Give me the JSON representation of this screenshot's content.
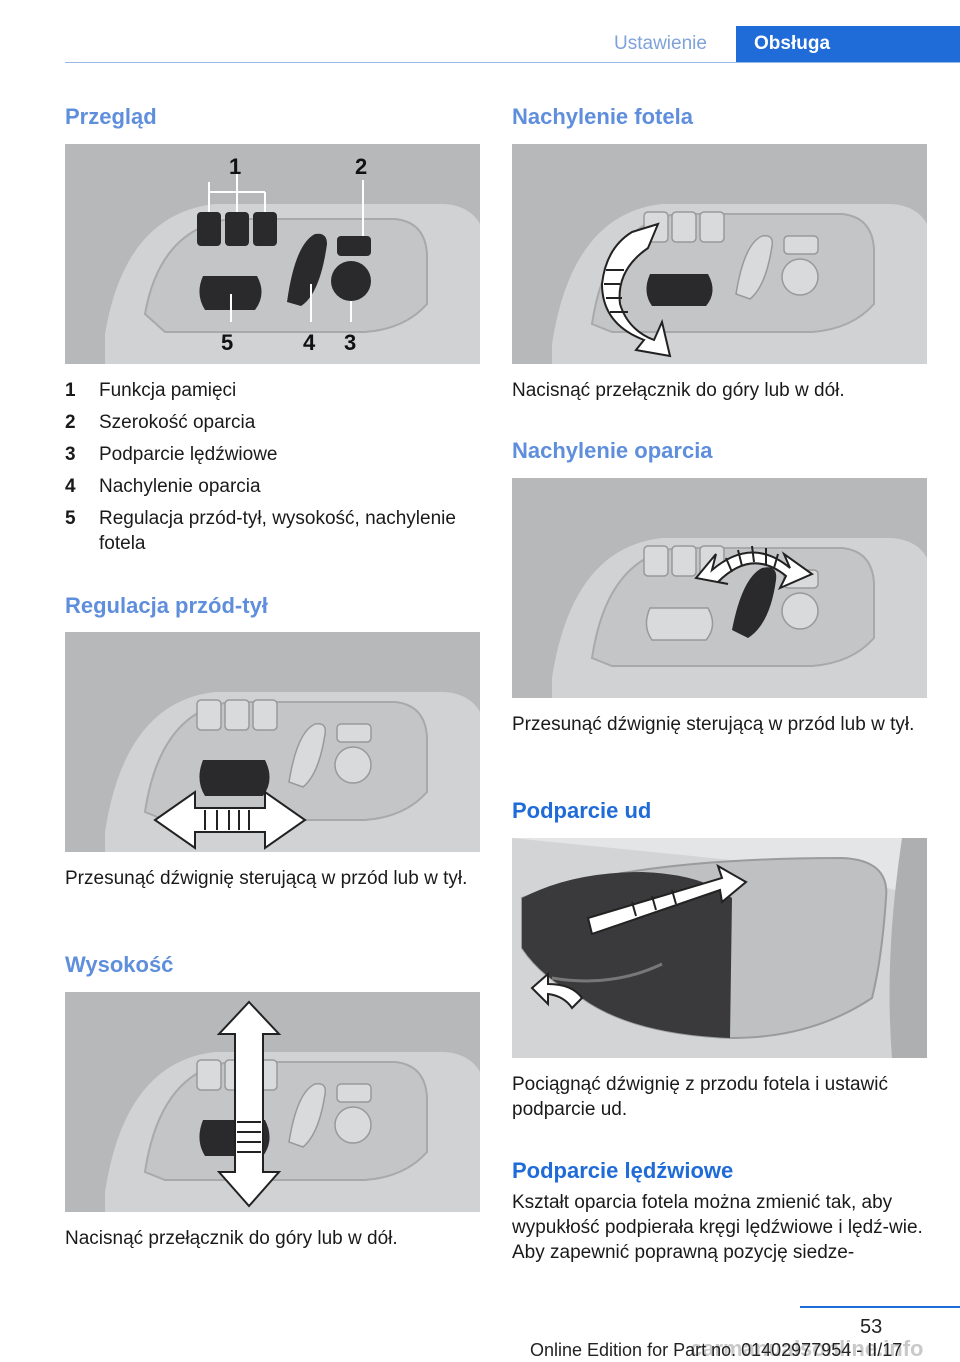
{
  "header": {
    "tab_prev": "Ustawienie",
    "tab_current": "Obsługa"
  },
  "left": {
    "overview_title": "Przegląd",
    "overview_callouts": [
      "1",
      "2",
      "3",
      "4",
      "5"
    ],
    "legend": [
      {
        "num": "1",
        "text": "Funkcja pamięci"
      },
      {
        "num": "2",
        "text": "Szerokość oparcia"
      },
      {
        "num": "3",
        "text": "Podparcie lędźwiowe"
      },
      {
        "num": "4",
        "text": "Nachylenie oparcia"
      },
      {
        "num": "5",
        "text": "Regulacja przód-tył, wysokość, nachylenie fotela"
      }
    ],
    "fore_aft_title": "Regulacja przód-tył",
    "fore_aft_text": "Przesunąć dźwignię sterującą w przód lub w tył.",
    "height_title": "Wysokość",
    "height_text": "Nacisnąć przełącznik do góry lub w dół."
  },
  "right": {
    "seat_tilt_title": "Nachylenie fotela",
    "seat_tilt_text": "Nacisnąć przełącznik do góry lub w dół.",
    "backrest_tilt_title": "Nachylenie oparcia",
    "backrest_tilt_text": "Przesunąć dźwignię sterującą w przód lub w tył.",
    "thigh_title": "Podparcie ud",
    "thigh_text": "Pociągnąć dźwignię z przodu fotela i ustawić podparcie ud.",
    "lumbar_title": "Podparcie lędźwiowe",
    "lumbar_text": "Kształt oparcia fotela można zmienić tak, aby wypukłość podpierała kręgi lędźwiowe i lędź-wie. Aby zapewnić poprawną pozycję siedze-"
  },
  "footer": {
    "page_number": "53",
    "edition": "Online Edition for Part no. 01402977954 - II/17",
    "watermark": "carmanualsonline.info"
  }
}
